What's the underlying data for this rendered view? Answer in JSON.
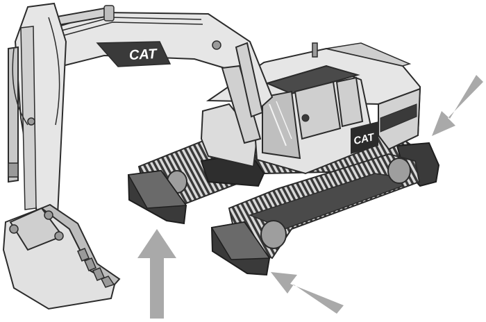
{
  "labels": {
    "boom_logo": "CAT",
    "body_logo": "CAT"
  },
  "colors": {
    "background": "#ffffff",
    "outline": "#2b2b2b",
    "light_fill": "#e6e6e6",
    "mid_fill": "#bdbdbd",
    "dark_fill": "#3a3a3a",
    "arrow": "#a9a9a9"
  },
  "arrows": [
    {
      "id": "arrow-rear-right",
      "icon": "arrow-down-left-icon"
    },
    {
      "id": "arrow-front-up",
      "icon": "arrow-up-icon"
    },
    {
      "id": "arrow-bottom-right",
      "icon": "arrow-up-left-icon"
    }
  ]
}
